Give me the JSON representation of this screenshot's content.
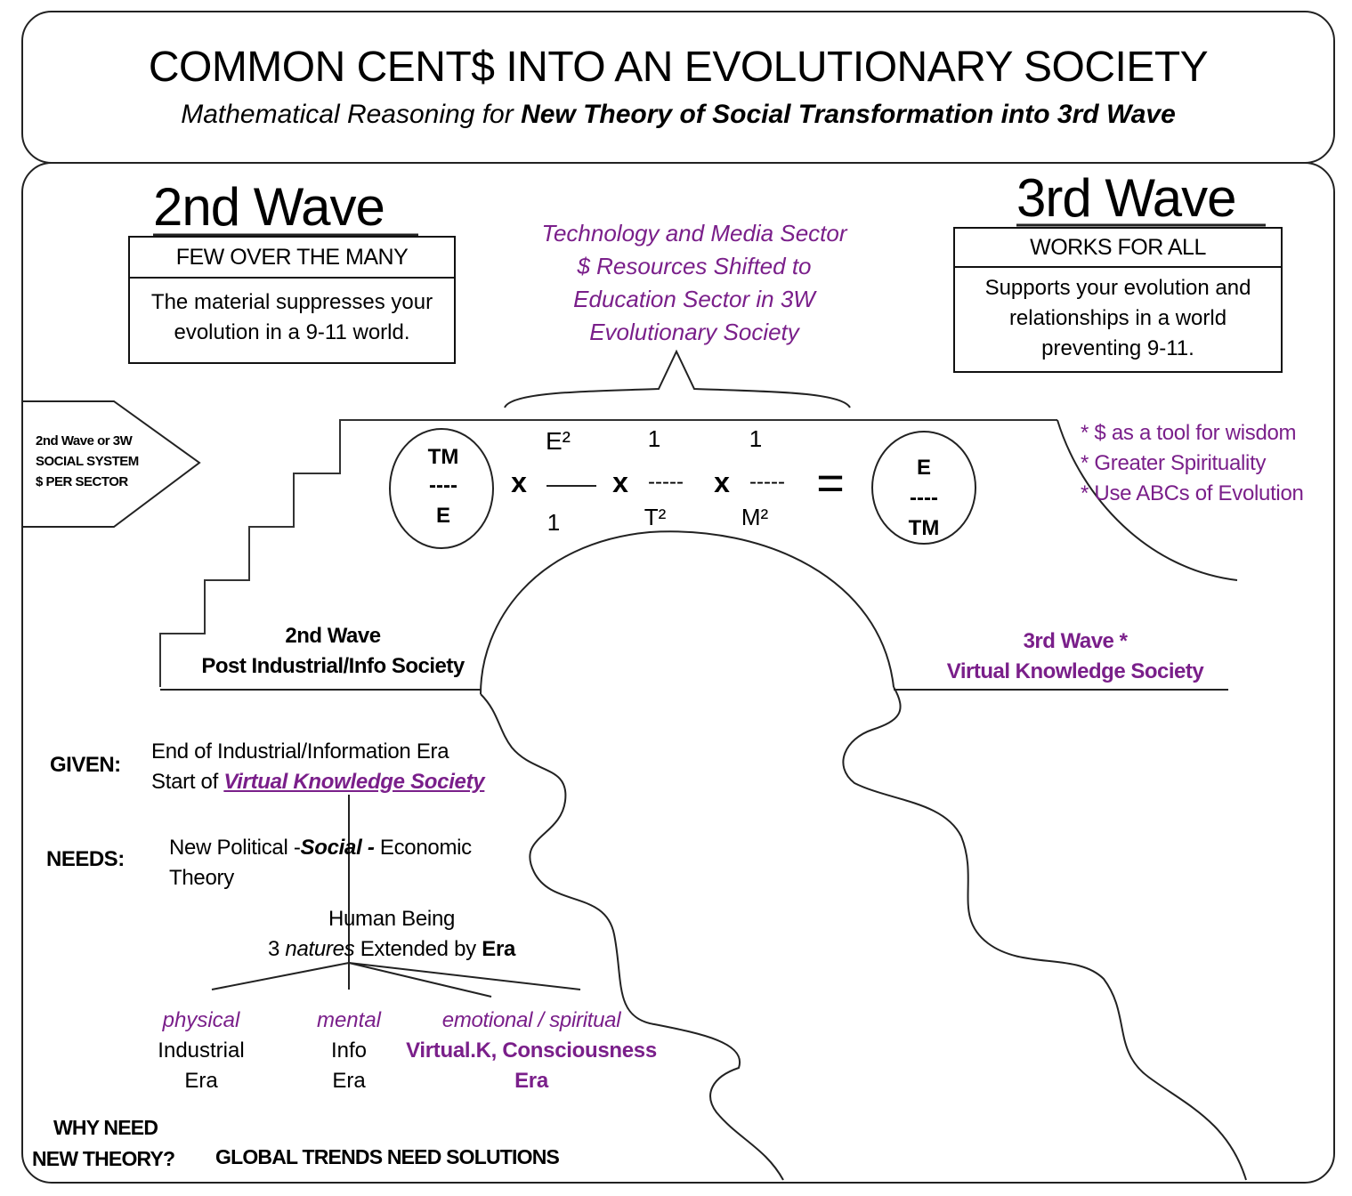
{
  "header": {
    "title": "COMMON CENT$ INTO AN EVOLUTIONARY SOCIETY",
    "subtitle_plain": "Mathematical Reasoning for",
    "subtitle_bold": "New Theory of Social Transformation into 3rd Wave"
  },
  "left_wave": {
    "heading": "2nd Wave",
    "box_title": "FEW OVER THE MANY",
    "box_body_1": "The material suppresses your",
    "box_body_2": "evolution in a 9-11 world."
  },
  "right_wave": {
    "heading": "3rd Wave",
    "box_title": "WORKS FOR ALL",
    "box_body_1": "Supports your evolution and",
    "box_body_2": "relationships in a world",
    "box_body_3": "preventing 9-11."
  },
  "tech_note": {
    "line1": "Technology and Media Sector",
    "line2": "$ Resources Shifted to",
    "line3": "Education Sector in 3W",
    "line4": "Evolutionary Society"
  },
  "pointer_label": {
    "line1": "2nd Wave or 3W",
    "line2": "SOCIAL SYSTEM",
    "line3": "$ PER SECTOR"
  },
  "equation": {
    "f1_num": "TM",
    "f1_bar": "----",
    "f1_den": "E",
    "times": "x",
    "f2_num": "E²",
    "f2_den": "1",
    "f3_num": "1",
    "f3_bar": "-----",
    "f3_den": "T²",
    "f4_num": "1",
    "f4_bar": "-----",
    "f4_den": "M²",
    "equals": "=",
    "r_num": "E",
    "r_bar": "----",
    "r_den": "TM"
  },
  "benefits": [
    "* $ as a tool for wisdom",
    "* Greater Spirituality",
    "* Use ABCs of Evolution"
  ],
  "society_left": {
    "line1": "2nd Wave",
    "line2": "Post Industrial/Info Society"
  },
  "society_right": {
    "line1": "3rd Wave *",
    "line2": "Virtual Knowledge Society"
  },
  "given": {
    "label": "GIVEN:",
    "line1": "End of Industrial/Information Era",
    "line2_prefix": "Start of",
    "line2_link": "Virtual Knowledge Society"
  },
  "needs": {
    "label": "NEEDS:",
    "line1_a": "New Political -",
    "line1_b": "Social -",
    "line1_c": "Economic",
    "line2": "Theory"
  },
  "human": {
    "line1": "Human Being",
    "line2_a": "3",
    "line2_b": "natures",
    "line2_c": "Extended by",
    "line2_d": "Era"
  },
  "natures": [
    {
      "kind": "physical",
      "era": "Industrial",
      "suffix": "Era"
    },
    {
      "kind": "mental",
      "era": "Info",
      "suffix": "Era"
    },
    {
      "kind": "emotional / spiritual",
      "era": "Virtual.K, Consciousness",
      "suffix": "Era"
    }
  ],
  "footer": {
    "why_line1": "WHY NEED",
    "why_line2": "NEW THEORY?",
    "trends": "GLOBAL TRENDS NEED SOLUTIONS"
  },
  "colors": {
    "accent_purple": "#7a1f8a",
    "ink": "#000000"
  }
}
